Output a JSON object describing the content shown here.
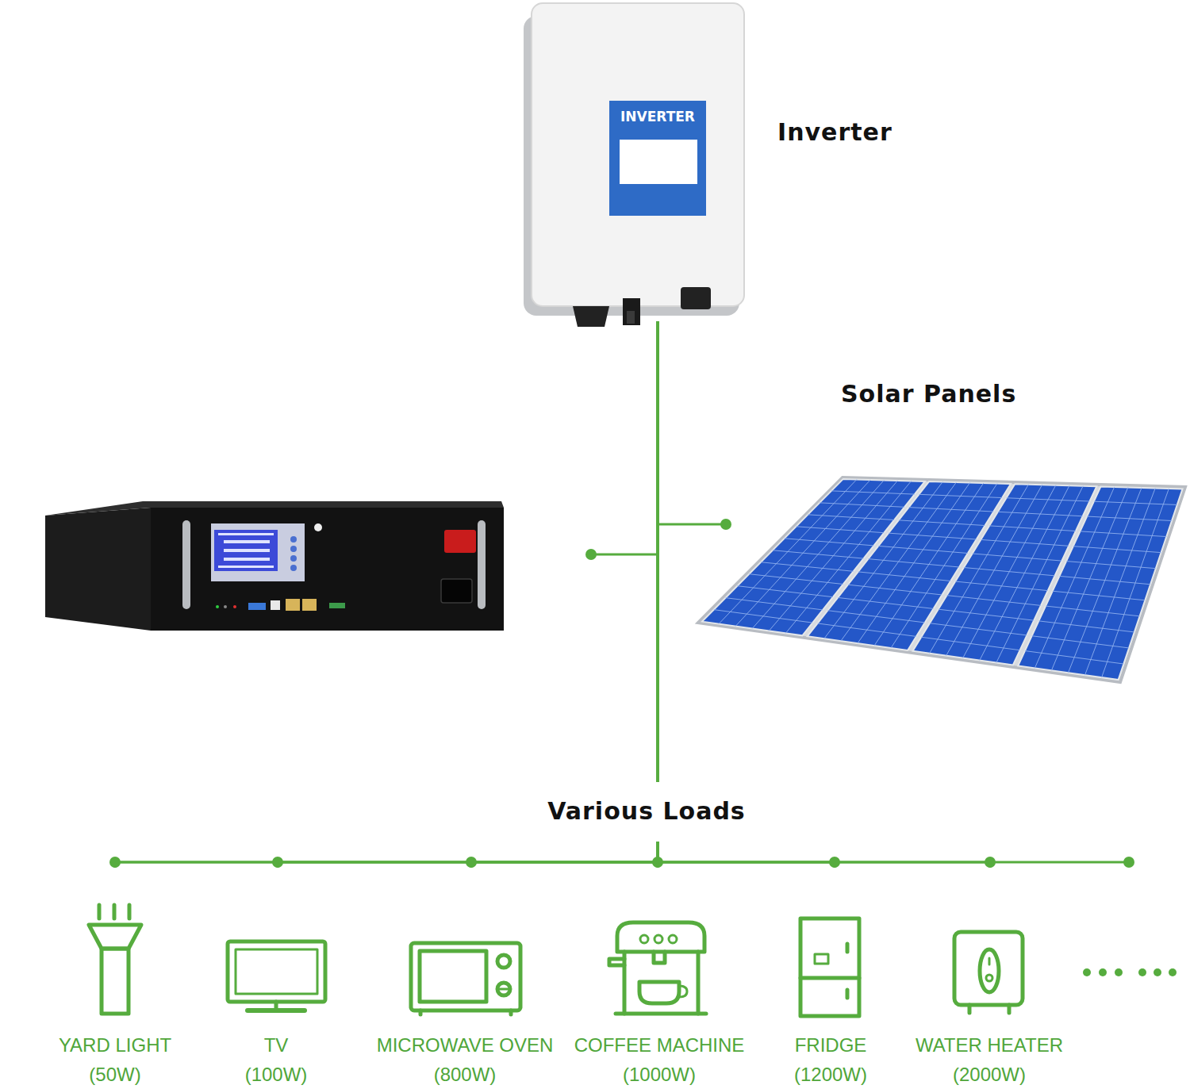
{
  "diagram": {
    "nodes": [
      {
        "text": [
          "INVERTER",
          "Inverter"
        ]
      },
      {
        "text": [
          "Solar Panels"
        ]
      },
      {
        "text": [
          "YARD LIGHT (50W)"
        ]
      },
      {
        "text": [
          "TV (100W)"
        ]
      },
      {
        "text": [
          "MICROWAVE OVEN (800W)"
        ]
      },
      {
        "text": [
          "COFFEE MACHINE (1000W)"
        ]
      },
      {
        "text": [
          "FRIDGE (1200W)"
        ]
      },
      {
        "text": [
          "WATER HEATER (2000W)"
        ]
      }
    ],
    "edges": [
      {
        "from": 0,
        "to": 1,
        "arrow": "none"
      },
      {
        "from": 0,
        "to": 2,
        "arrow": "none"
      },
      {
        "from": 0,
        "to": 3,
        "arrow": "none"
      },
      {
        "from": 0,
        "to": 4,
        "arrow": "none"
      },
      {
        "from": 0,
        "to": 5,
        "arrow": "none"
      },
      {
        "from": 0,
        "to": 6,
        "arrow": "none"
      },
      {
        "from": 0,
        "to": 7,
        "arrow": "none"
      }
    ],
    "labels": [
      "Various Loads"
    ]
  }
}
